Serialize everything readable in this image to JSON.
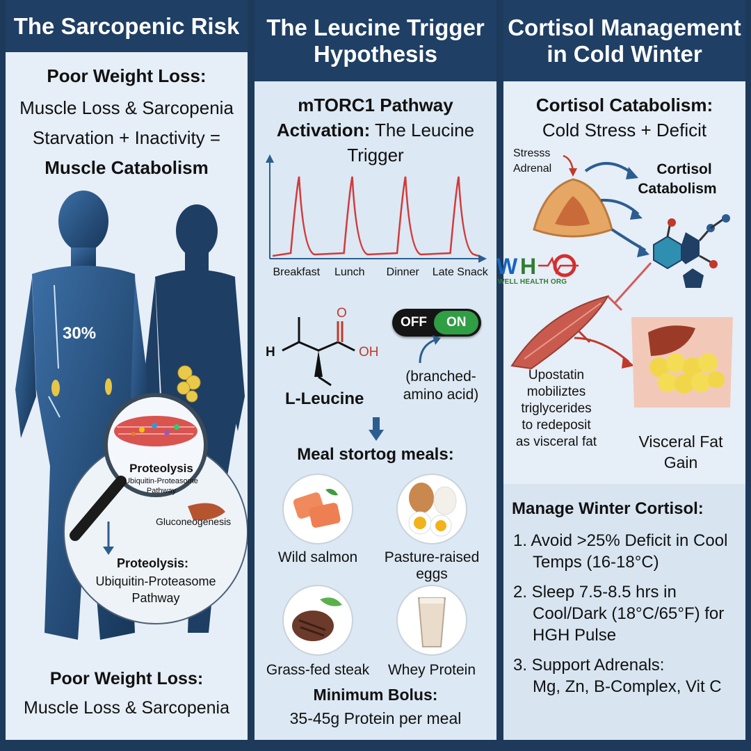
{
  "col1": {
    "title": "The Sarcopenic Risk",
    "subtitle": "Poor Weight Loss:",
    "line1": "Muscle Loss & Sarcopenia",
    "line2": "Starvation + Inactivity =",
    "line3": "Muscle Catabolism",
    "percent": "30%",
    "mag_title": "Proteolysis",
    "mag_sub1": "Ubiquitin-Proteasome",
    "mag_sub2": "Pathway",
    "gluco": "Gluconeogenesis",
    "prot_title": "Proteolysis:",
    "prot_sub1": "Ubiquitin-Proteasome",
    "prot_sub2": "Pathway",
    "footer_title": "Poor Weight Loss:",
    "footer_sub": "Muscle Loss & Sarcopenia"
  },
  "col2": {
    "title_l1": "The Leucine Trigger",
    "title_l2": "Hypothesis",
    "sub_l1": "mTORC1 Pathway",
    "sub_l2_bold": "Activation:",
    "sub_l2_rest": " The Leucine",
    "sub_l3": "Trigger",
    "chart_data": {
      "type": "line",
      "title": "",
      "xlabel": "",
      "ylabel": "",
      "categories": [
        "Breakfast",
        "Lunch",
        "Dinner",
        "Late Snack"
      ],
      "series": [
        {
          "values": [
            1.0,
            1.0,
            1.0,
            1.0
          ]
        }
      ]
    },
    "atom_h": "H",
    "atom_o": "O",
    "atom_oh": "OH",
    "molecule": "L-Leucine",
    "toggle_off": "OFF",
    "toggle_on": "ON",
    "bcaa_l1": "(branched-",
    "bcaa_l2": "amino acid)",
    "meals_title": "Meal stortog meals:",
    "food1": "Wild salmon",
    "food2_l1": "Pasture-raised",
    "food2_l2": "eggs",
    "food3": "Grass-fed steak",
    "food4": "Whey Protein",
    "bolus_title": "Minimum Bolus:",
    "bolus_text": "35-45g Protein per meal"
  },
  "col3": {
    "title_l1": "Cortisol Management",
    "title_l2": "in Cold Winter",
    "sub_bold": "Cortisol Catabolism:",
    "sub_rest": "Cold Stress + Deficit",
    "stress_l1": "Stresss",
    "stress_l2": "Adrenal",
    "cort_l1": "Cortisol",
    "cort_l2": "Catabolism",
    "upo_l1": "Upostatin",
    "upo_l2": "mobiliztes",
    "upo_l3": "triglycerides",
    "upo_l4": "to redeposit",
    "upo_l5": "as visceral fat",
    "visc_l1": "Visceral Fat",
    "visc_l2": "Gain",
    "manage_title": "Manage Winter Cortisol:",
    "item1_l1": "1. Avoid >25% Deficit in Cool",
    "item1_l2": "Temps (16-18°C)",
    "item2_l1": "2. Sleep 7.5-8.5 hrs in",
    "item2_l2": "Cool/Dark (18°C/65°F) for",
    "item2_l3": "HGH Pulse",
    "item3_l1": "3. Support Adrenals:",
    "item3_l2": "Mg, Zn, B-Complex, Vit C"
  },
  "logo": {
    "mark": "WHO",
    "text": "WELL HEALTH ORG"
  },
  "colors": {
    "header": "#1f3f64",
    "frame": "#1d3a5a",
    "chart_line": "#d23a3a",
    "toggle_on": "#2f9e44"
  }
}
